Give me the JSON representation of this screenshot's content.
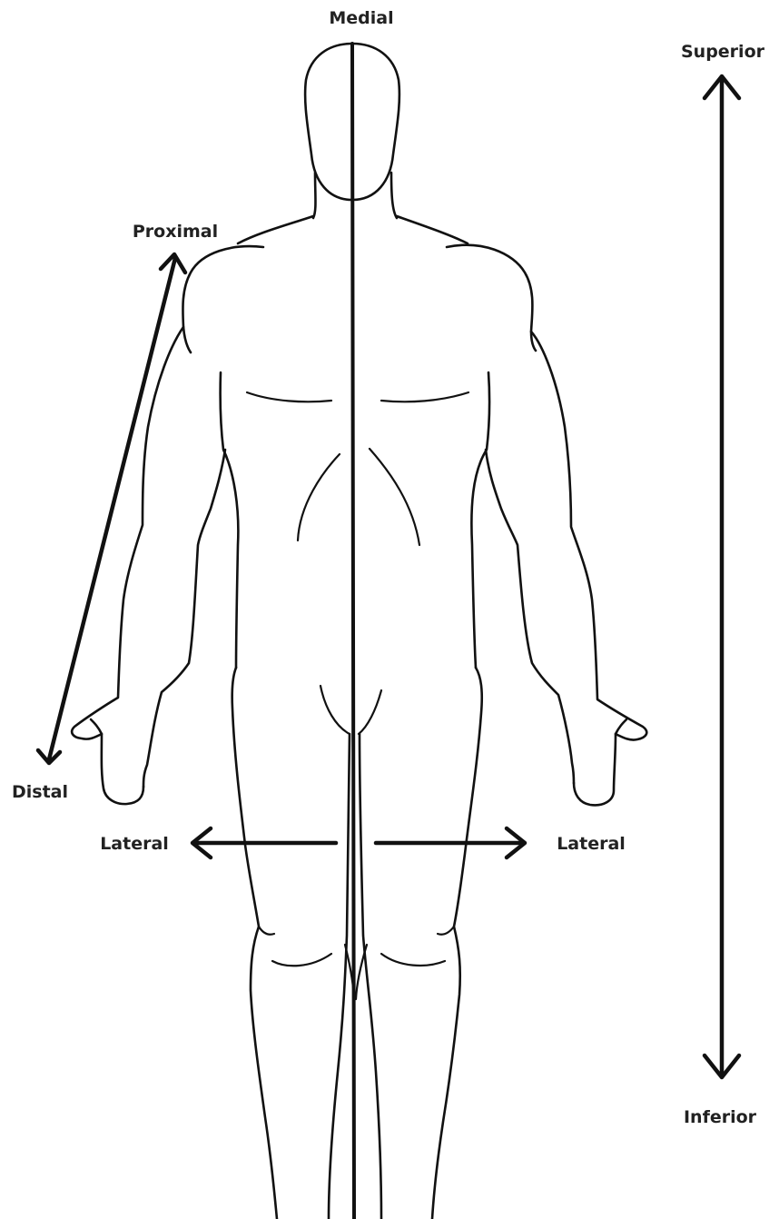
{
  "labels": {
    "medial": "Medial",
    "superior": "Superior",
    "inferior": "Inferior",
    "proximal": "Proximal",
    "distal": "Distal",
    "lateral_left": "Lateral",
    "lateral_right": "Lateral"
  },
  "colors": {
    "line": "#111111",
    "text": "#222222",
    "background": "#ffffff"
  }
}
